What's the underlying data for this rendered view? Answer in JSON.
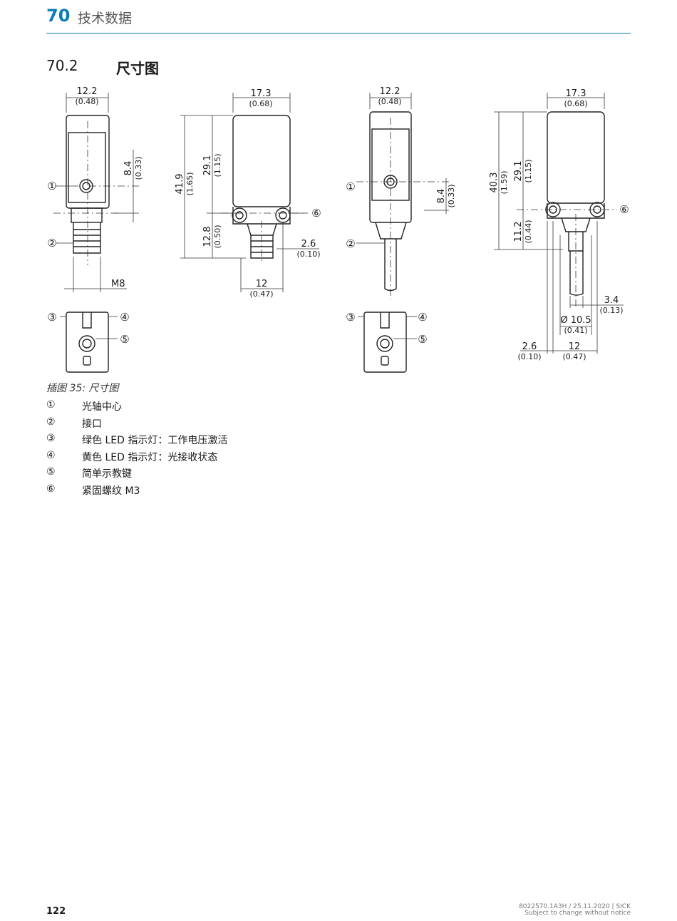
{
  "header": {
    "chapter_number": "70",
    "chapter_title": "技术数据"
  },
  "section": {
    "number": "70.2",
    "title": "尺寸图"
  },
  "figure": {
    "caption": "插图 35: 尺寸图",
    "markers": [
      "①",
      "②",
      "③",
      "④",
      "⑤",
      "⑥"
    ],
    "view1": {
      "width": "12.2",
      "width_in": "(0.48)",
      "offset": "8.4",
      "offset_in": "(0.33)",
      "thread": "M8"
    },
    "view2": {
      "width": "17.3",
      "width_in": "(0.68)",
      "h_total": "41.9",
      "h_total_in": "(1.65)",
      "h_body": "29.1",
      "h_body_in": "(1.15)",
      "h_conn": "12.8",
      "h_conn_in": "(0.50)",
      "hole": "2.6",
      "hole_in": "(0.10)",
      "base": "12",
      "base_in": "(0.47)"
    },
    "view3": {
      "width": "12.2",
      "width_in": "(0.48)",
      "offset": "8.4",
      "offset_in": "(0.33)"
    },
    "view4": {
      "width": "17.3",
      "width_in": "(0.68)",
      "h_total": "40.3",
      "h_total_in": "(1.59)",
      "h_body": "29.1",
      "h_body_in": "(1.15)",
      "h_conn": "11.2",
      "h_conn_in": "(0.44)",
      "cable": "3.4",
      "cable_in": "(0.13)",
      "dia": "Ø 10.5",
      "dia_in": "(0.41)",
      "hole": "2.6",
      "hole_in": "(0.10)",
      "base": "12",
      "base_in": "(0.47)"
    }
  },
  "legend": [
    {
      "marker": "①",
      "text": "光轴中心"
    },
    {
      "marker": "②",
      "text": "接口"
    },
    {
      "marker": "③",
      "text": "绿色 LED 指示灯：工作电压激活"
    },
    {
      "marker": "④",
      "text": "黄色 LED 指示灯：光接收状态"
    },
    {
      "marker": "⑤",
      "text": "简单示教键"
    },
    {
      "marker": "⑥",
      "text": "紧固螺纹 M3"
    }
  ],
  "footer": {
    "page_number": "122",
    "doc_info": "8022570.1A3H / 25.11.2020 | SICK",
    "note": "Subject to change without notice"
  },
  "colors": {
    "accent": "#0a7cb5"
  }
}
